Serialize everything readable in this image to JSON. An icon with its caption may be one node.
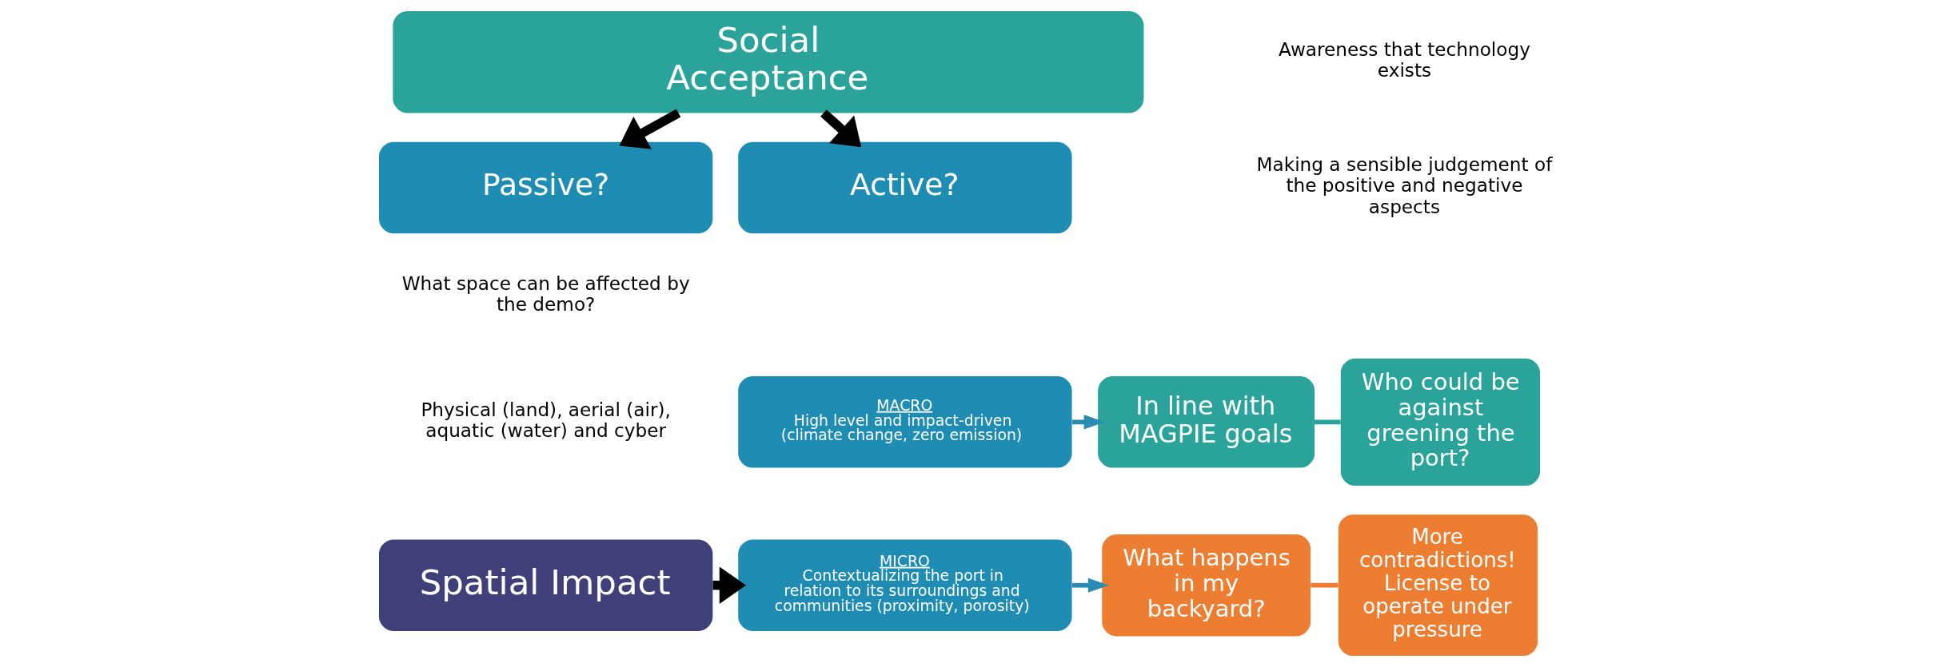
{
  "diagram": {
    "nodes": [
      {
        "text": [
          "Social Acceptance"
        ]
      },
      {
        "text": [
          "Passive?"
        ]
      },
      {
        "text": [
          "Active?"
        ]
      },
      {
        "text": [
          "MACRO",
          "High level and impact-driven (climate change, zero emission)"
        ]
      },
      {
        "text": [
          "In line with MAGPIE goals"
        ]
      },
      {
        "text": [
          "Who could be against greening the port?"
        ]
      },
      {
        "text": [
          "Spatial Impact"
        ]
      },
      {
        "text": [
          "MICRO",
          "Contextualizing the port in relation to its surroundings and communities (proximity, porosity)"
        ]
      },
      {
        "text": [
          "What happens in my backyard?"
        ]
      },
      {
        "text": [
          "More contradictions! License to operate under pressure"
        ]
      }
    ],
    "edges": [
      {
        "from": 0,
        "to": 1,
        "arrow": "to",
        "style": "thick"
      },
      {
        "from": 0,
        "to": 2,
        "arrow": "to",
        "style": "thick"
      },
      {
        "from": 3,
        "to": 4,
        "arrow": "to",
        "color": "#2b8cb3"
      },
      {
        "from": 4,
        "to": 5,
        "arrow": "none",
        "color": "#2aa39a"
      },
      {
        "from": 6,
        "to": 7,
        "arrow": "to",
        "style": "thick"
      },
      {
        "from": 7,
        "to": 8,
        "arrow": "to",
        "color": "#2b8cb3"
      },
      {
        "from": 8,
        "to": 9,
        "arrow": "none",
        "color": "#ed7d31"
      }
    ],
    "labels": [
      "Awareness that technology exists",
      "Making a sensible judgement of the positive and negative aspects",
      "What space can be affected by the demo?",
      "Physical (land), aerial (air), aquatic (water) and cyber"
    ]
  }
}
